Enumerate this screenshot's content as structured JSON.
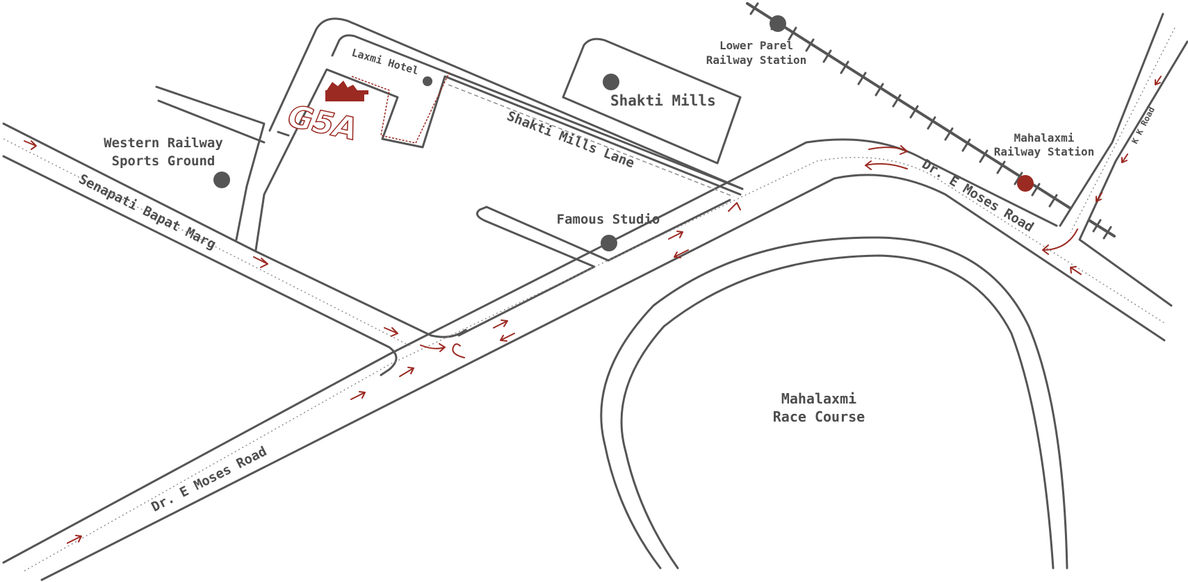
{
  "colors": {
    "road": "#555555",
    "label": "#4d4d4d",
    "accent": "#9b2a22",
    "background": "#ffffff"
  },
  "labels": {
    "laxmi_hotel": "Laxmi Hotel",
    "western_railway_line1": "Western Railway",
    "western_railway_line2": "Sports Ground",
    "senapati_bapat_marg": "Senapati Bapat Marg",
    "shakti_mills": "Shakti Mills",
    "shakti_mills_lane": "Shakti Mills Lane",
    "lower_parel_line1": "Lower Parel",
    "lower_parel_line2": "Railway Station",
    "mahalaxmi_station_line1": "Mahalaxmi",
    "mahalaxmi_station_line2": "Railway Station",
    "kk_road": "K K Road",
    "famous_studio": "Famous Studio",
    "dr_e_moses_road_east": "Dr. E Moses Road",
    "dr_e_moses_road_south": "Dr. E Moses Road",
    "race_course_line1": "Mahalaxmi",
    "race_course_line2": "Race Course"
  },
  "logo": {
    "text": "G5A"
  },
  "icons": {
    "landmark": "landmark-dot-icon",
    "destination": "destination-dot-icon",
    "direction": "direction-arrow-icon",
    "railway": "railway-track-icon",
    "building": "g5a-building-icon"
  }
}
